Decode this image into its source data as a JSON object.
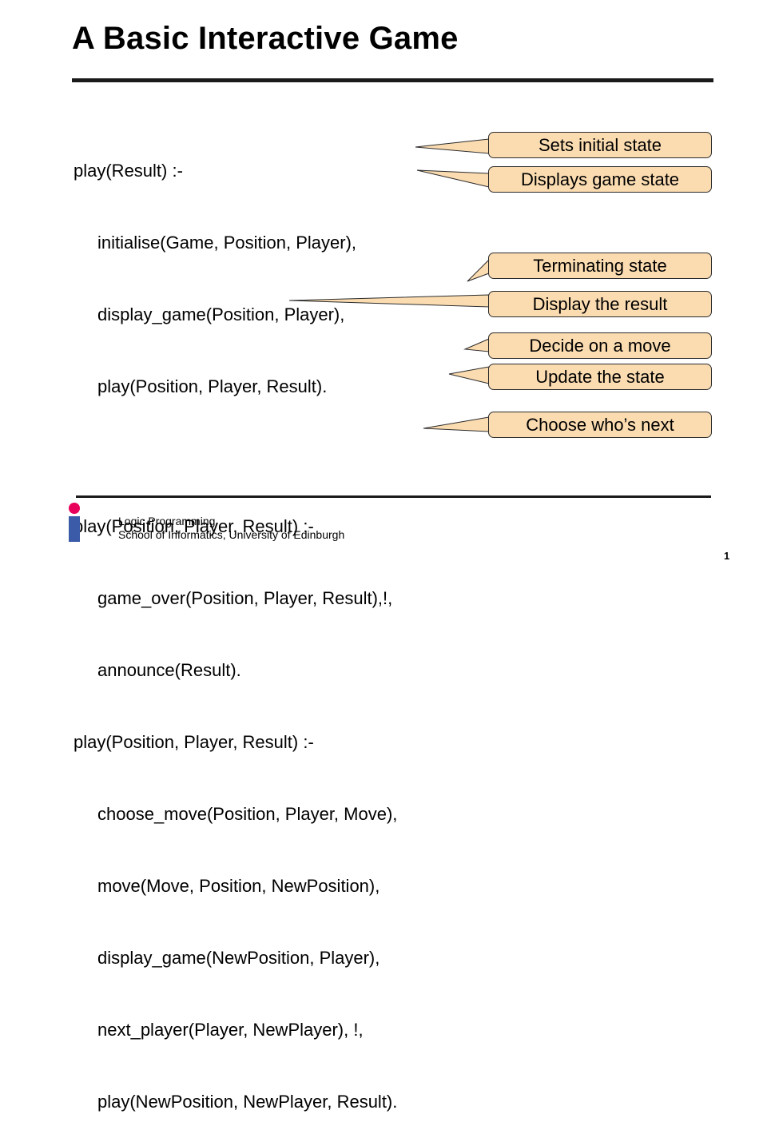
{
  "slide": {
    "title": "A Basic Interactive Game",
    "code_blocks": [
      {
        "head": "play(Result) :-",
        "body": [
          "initialise(Game, Position, Player),",
          "display_game(Position, Player),",
          "play(Position, Player, Result)."
        ]
      },
      {
        "head": "play(Position, Player, Result) :-",
        "body": [
          "game_over(Position, Player, Result),!,",
          "announce(Result)."
        ]
      },
      {
        "head": "play(Position, Player, Result) :-",
        "body": [
          "choose_move(Position, Player, Move),",
          "move(Move, Position, NewPosition),",
          "display_game(NewPosition, Player),",
          "next_player(Player, NewPlayer), !,",
          "play(NewPosition, NewPlayer, Result)."
        ]
      }
    ],
    "callouts": [
      "Sets initial state",
      "Displays game state",
      "Terminating state",
      "Display the result",
      "Decide on a move",
      "Update the state",
      "Choose who’s next"
    ],
    "callout_fill": "#fbdcb1",
    "logo_colors": {
      "dot": "#e8005a",
      "bar": "#3b5aa8"
    }
  },
  "footer": {
    "line1": "Logic Programming",
    "line2": "School of Informatics, University of Edinburgh"
  },
  "page_number": "1"
}
